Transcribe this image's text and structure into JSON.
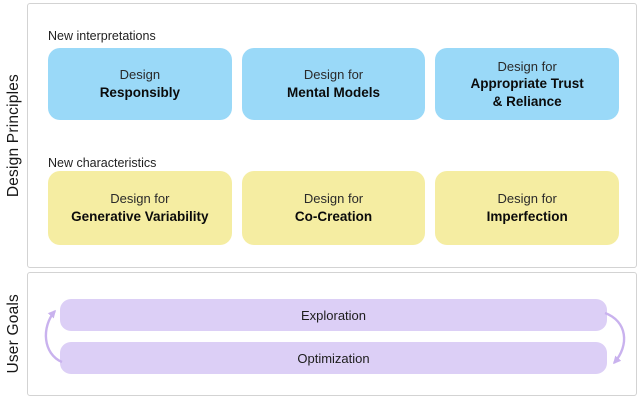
{
  "colors": {
    "blue_box": "#9ad9f8",
    "yellow_box": "#f5eda2",
    "purple_bar": "#dccff6",
    "arrow": "#c9b2ee",
    "section_border": "#d3d3d3",
    "text": "#161616"
  },
  "design_principles": {
    "section_label": "Design Principles",
    "groups": [
      {
        "heading": "New interpretations",
        "boxes": [
          {
            "line1": "Design",
            "line2": "Responsibly"
          },
          {
            "line1": "Design for",
            "line2": "Mental Models"
          },
          {
            "line1": "Design for",
            "line2": "Appropriate Trust\n& Reliance"
          }
        ]
      },
      {
        "heading": "New characteristics",
        "boxes": [
          {
            "line1": "Design for",
            "line2": "Generative Variability"
          },
          {
            "line1": "Design for",
            "line2": "Co-Creation"
          },
          {
            "line1": "Design for",
            "line2": "Imperfection"
          }
        ]
      }
    ]
  },
  "user_goals": {
    "section_label": "User Goals",
    "bars": [
      {
        "label": "Exploration"
      },
      {
        "label": "Optimization"
      }
    ]
  }
}
